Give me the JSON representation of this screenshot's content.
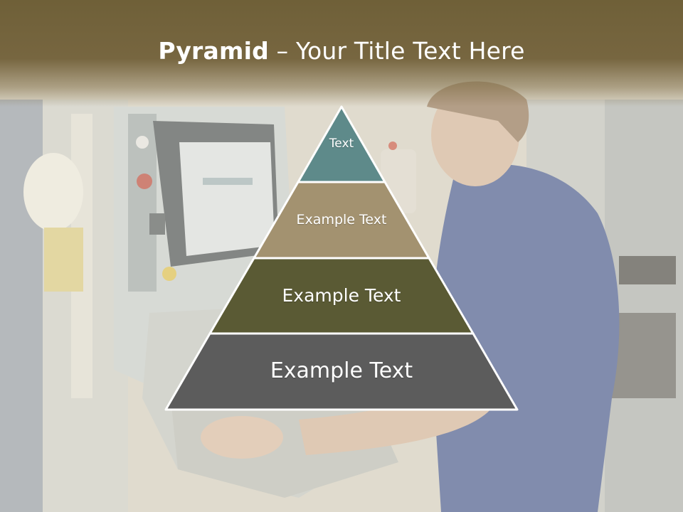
{
  "title": {
    "bold": "Pyramid",
    "dash": " – ",
    "rest": "Your Title Text Here"
  },
  "pyramid": {
    "tiers": [
      {
        "label": "Text",
        "color": "#5e8a8a"
      },
      {
        "label": "Example Text",
        "color": "#a39270"
      },
      {
        "label": "Example Text",
        "color": "#5a5a34"
      },
      {
        "label": "Example Text",
        "color": "#5c5c5c"
      }
    ],
    "border_color": "#ffffff"
  },
  "background": {
    "description_colors": {
      "wash": "#e6e0d2",
      "shirt": "#334a8c",
      "machine": "#c9cfd1"
    }
  }
}
